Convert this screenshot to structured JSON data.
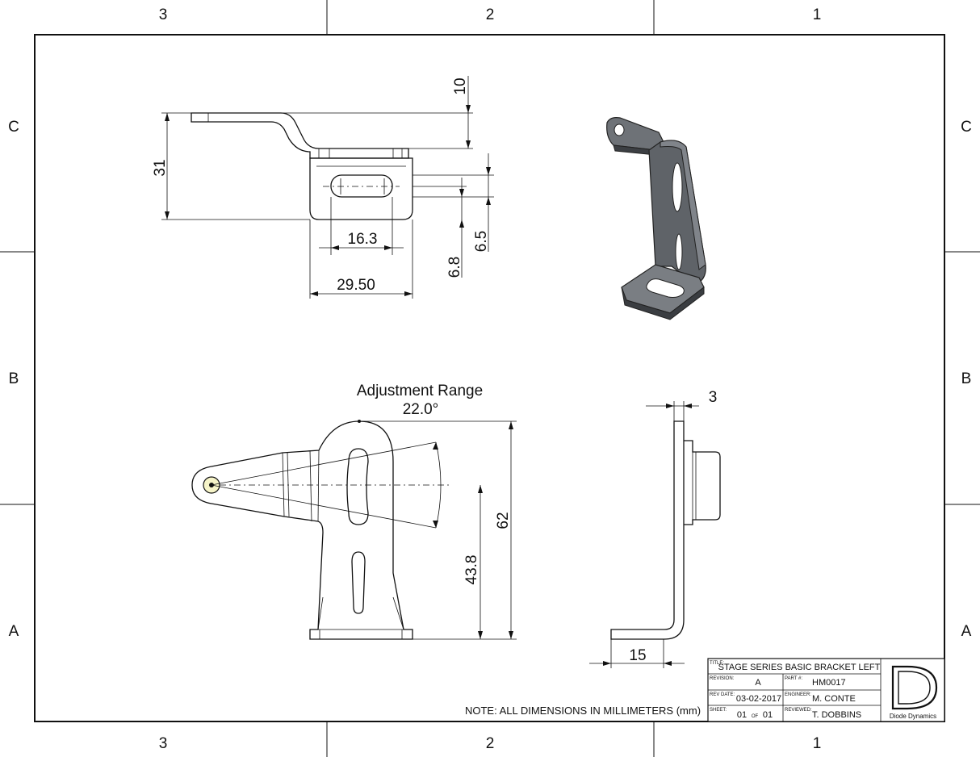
{
  "zones": {
    "columns": [
      "3",
      "2",
      "1"
    ],
    "rows": [
      "C",
      "B",
      "A"
    ]
  },
  "dimensions": {
    "top_view": {
      "height_total": "31",
      "offset_top": "10",
      "slot_spacing": "16.3",
      "slot_height": "6.5",
      "slot_offset": "6.8",
      "base_width": "29.50"
    },
    "front_view": {
      "caption": "Adjustment Range",
      "angle": "22.0°",
      "height_total": "62",
      "pivot_height": "43.8"
    },
    "side_view": {
      "thickness": "3",
      "foot_length": "15"
    }
  },
  "note": "NOTE: ALL DIMENSIONS IN MILLIMETERS (mm)",
  "title_block": {
    "title_label": "TITLE:",
    "title": "STAGE SERIES BASIC BRACKET LEFT",
    "revision_label": "REVISION:",
    "revision": "A",
    "part_label": "PART #:",
    "part": "HM0017",
    "rev_date_label": "REV DATE:",
    "rev_date": "03-02-2017",
    "engineer_label": "ENGINEER:",
    "engineer": "M. CONTE",
    "sheet_label": "SHEET:",
    "sheet_num": "01",
    "sheet_of": "OF",
    "sheet_total": "01",
    "reviewed_label": "REVIEWED:",
    "reviewed": "T. DOBBINS",
    "company": "Diode Dynamics"
  }
}
